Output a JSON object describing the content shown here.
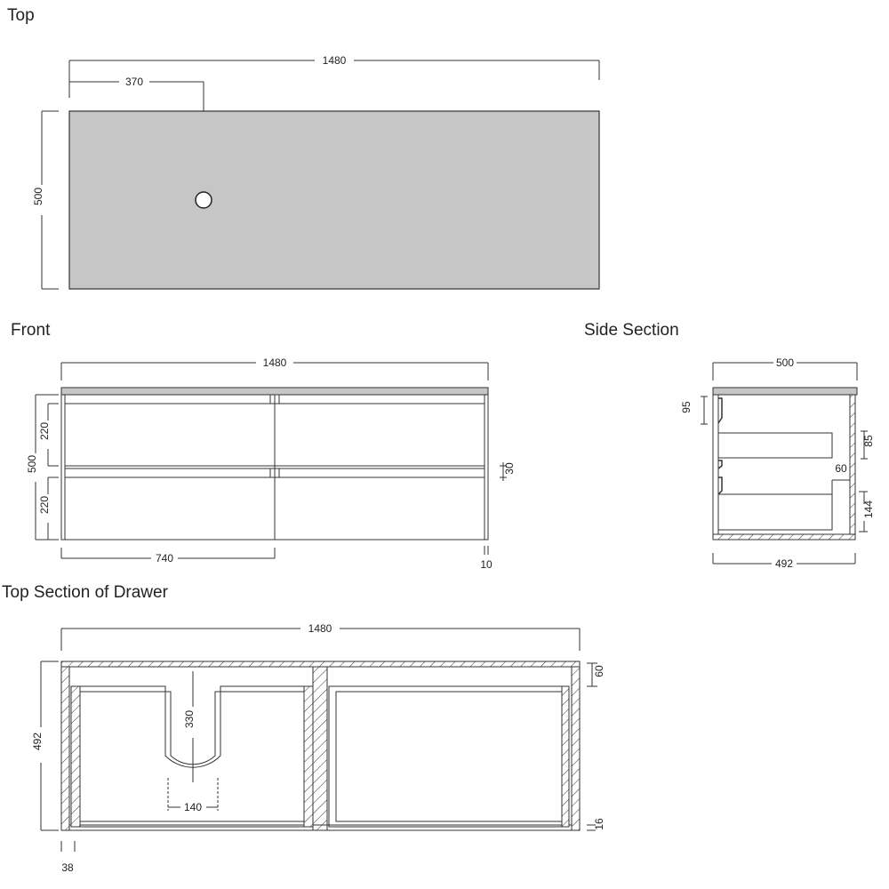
{
  "views": {
    "top": {
      "title": "Top",
      "width": "1480",
      "tap_offset": "370",
      "depth": "500"
    },
    "front": {
      "title": "Front",
      "width": "1480",
      "height": "500",
      "drawer_upper": "220",
      "drawer_lower": "220",
      "half_width": "740",
      "gap": "30",
      "kick": "10"
    },
    "side": {
      "title": "Side Section",
      "depth": "500",
      "inner_depth": "492",
      "top_gap": "95",
      "upper_box": "85",
      "rail": "60",
      "lower_box": "144"
    },
    "drawer_section": {
      "title": "Top Section of Drawer",
      "width": "1480",
      "depth": "492",
      "cutout_depth": "330",
      "cutout_width": "140",
      "back_panel": "60",
      "front_panel": "16",
      "side_panel": "38"
    }
  },
  "colors": {
    "stone": "#c6c6c6",
    "line": "#333333",
    "background": "#ffffff"
  }
}
